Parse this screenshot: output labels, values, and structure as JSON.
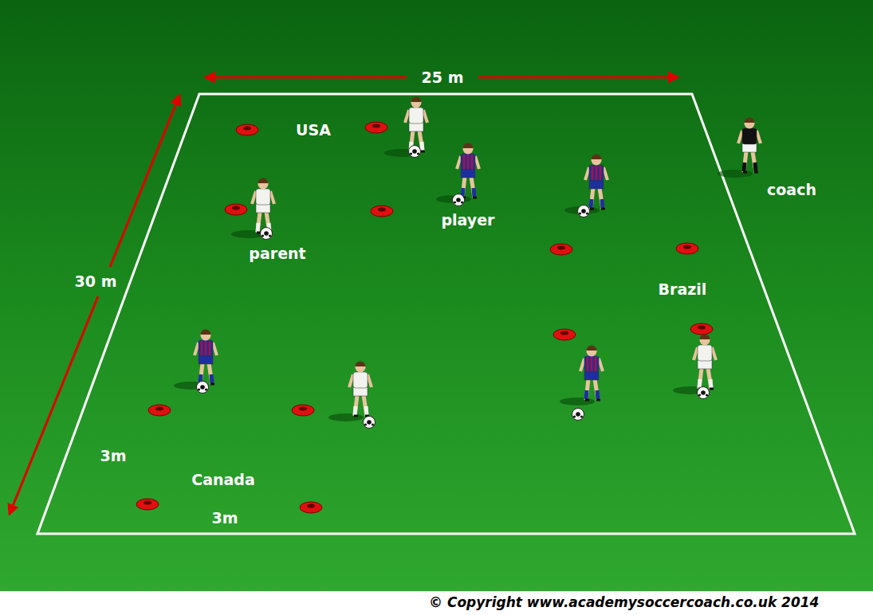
{
  "diagram": {
    "labels": [
      "25 m",
      "30 m",
      "USA",
      "parent",
      "player",
      "coach",
      "Brazil",
      "3m",
      "Canada",
      "3m",
      "© Copyright www.academysoccercoach.co.uk 2014"
    ]
  }
}
